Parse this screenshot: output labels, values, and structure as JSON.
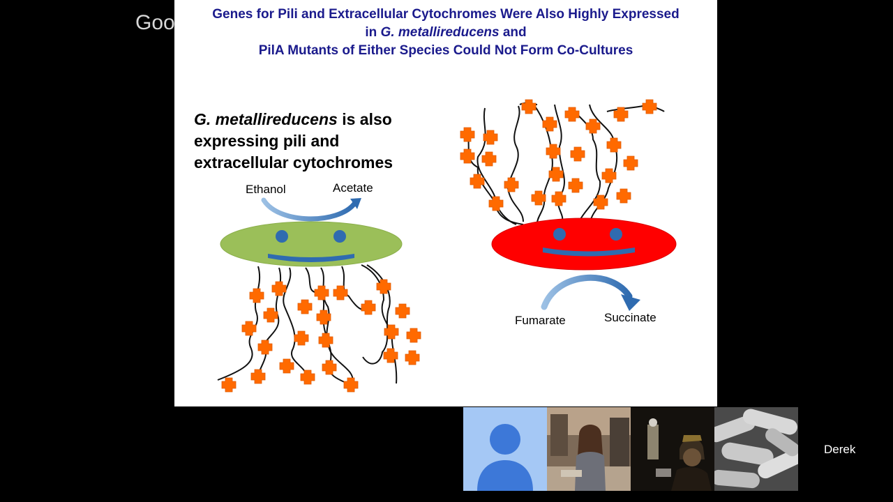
{
  "watermark": "Google+",
  "slide": {
    "title_line1": "Genes for Pili and Extracellular Cytochromes Were Also Highly Expressed",
    "title_line2_pre": "in ",
    "title_line2_italic": "G. metallireducens",
    "title_line2_post": " and",
    "title_line3": "PilA Mutants of Either Species Could Not Form Co-Cultures",
    "desc_italic": "G. metallireducens",
    "desc_rest_1": " is also",
    "desc_line2": "expressing pili and",
    "desc_line3": "extracellular cytochromes",
    "ethanol": "Ethanol",
    "acetate": "Acetate",
    "fumarate": "Fumarate",
    "succinate": "Succinate"
  },
  "participants": {
    "current_name": "Derek",
    "tiles": [
      {
        "name": "avatar-placeholder",
        "color": "#a5c8f5"
      },
      {
        "name": "lab-photo"
      },
      {
        "name": "dark-photo"
      },
      {
        "name": "microscopy-photo"
      }
    ]
  },
  "colors": {
    "title": "#1a1a8c",
    "green_cell": "#9bbf59",
    "red_cell": "#ff0000",
    "cytochrome": "#ff6a00",
    "arrow": "#3c75b5"
  }
}
